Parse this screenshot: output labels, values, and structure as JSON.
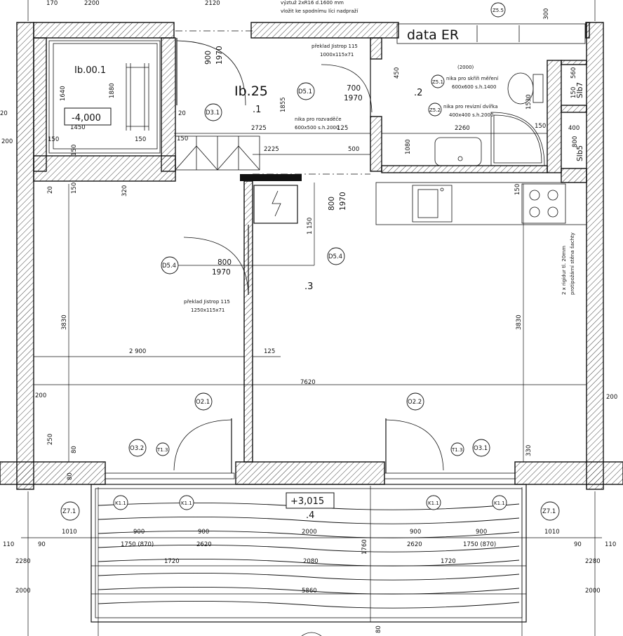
{
  "rooms": {
    "stair_code": "Ib.00.1",
    "stair_level": "-4,000",
    "flat_code": "Ib.25",
    "room_1": ".1",
    "room_2": ".2",
    "room_3": ".3",
    "room_4": ".4",
    "balcony_level": "+3,015",
    "data_label": "data ER"
  },
  "tags": {
    "d31": "D3.1",
    "d51": "D5.1",
    "d54a": "D5.4",
    "d54b": "D5.4",
    "o21": "O2.1",
    "o22": "O2.2",
    "o31": "O3.1",
    "o32": "O3.2",
    "t13a": "T1.3",
    "t13b": "T1.3",
    "k11a": "K1.1",
    "k11b": "K1.1",
    "k11c": "K1.1",
    "k11d": "K1.1",
    "z71a": "Z7.1",
    "z71b": "Z7.1",
    "z51": "Z5.1",
    "z52": "Z5.2",
    "z55": "Z5.5"
  },
  "notes": {
    "vyztuz_1": "výztuž 2xR16 d.1600 mm",
    "vyztuz_2": "vložit ke spodnímu líci nadpraží",
    "preklad_a1": "překlad Jistrop 115",
    "preklad_a2": "1000x115x71",
    "preklad_b1": "překlad Jistrop 115",
    "preklad_b2": "1250x115x71",
    "nika_rozv_1": "nika pro rozvaděče",
    "nika_rozv_2": "600x500 s.h.2000",
    "nika_skrin_1": "nika pro skříň měření",
    "nika_skrin_2": "600x600 s.h.1400",
    "nika_rev_1": "nika pro revizní dvířka",
    "nika_rev_2": "400x400 s.h.2000",
    "n2000": "(2000)",
    "sadr_1": "2 x rigidur tl. 20mm",
    "sadr_2": "protipožární stěna šachty",
    "sib5": "SIb5",
    "sib7": "SIb7"
  },
  "dims": {
    "d170": "170",
    "d2200": "2200",
    "d2120": "2120",
    "d300": "300",
    "d900a": "900",
    "d1970a": "1970",
    "d1640": "1640",
    "d1880": "1880",
    "d1450": "1450",
    "d150a": "150",
    "d150b": "150",
    "d150c": "150",
    "d20a": "20",
    "d20b": "20",
    "d20c": "20",
    "d200a": "200",
    "d150d": "150",
    "d2725": "2725",
    "d2225": "2225",
    "d500": "500",
    "d125a": "125",
    "d1855": "1855",
    "d700": "700",
    "d1970b": "1970",
    "d450": "450",
    "d2260": "2260",
    "d1080": "1080",
    "d1530": "1530",
    "d150e": "150",
    "d560": "560",
    "d150f": "150",
    "d400": "400",
    "d800a": "800",
    "d320": "320",
    "d150g": "150",
    "d800b": "800",
    "d1970c": "1970",
    "d1150": "1 150",
    "d800c": "800",
    "d1970d": "1970",
    "d150h": "150",
    "d3830a": "3830",
    "d3830b": "3830",
    "d2900": "2 900",
    "d125b": "125",
    "d7620": "7620",
    "d200b": "200",
    "d200c": "200",
    "d250": "250",
    "d80a": "80",
    "d80b": "80",
    "d330": "330",
    "d80c": "80",
    "d1010a": "1010",
    "d1010b": "1010",
    "d900b": "900",
    "d900c": "900",
    "d2000a": "2000",
    "d900d": "900",
    "d900e": "900",
    "d110a": "110",
    "d90a": "90",
    "d90b": "90",
    "d110b": "110",
    "d1750a": "1750 (870)",
    "d2620a": "2620",
    "d2620b": "2620",
    "d1750b": "1750 (870)",
    "d1760": "1760",
    "d2280a": "2280",
    "d2280b": "2280",
    "d1720a": "1720",
    "d2080": "2080",
    "d1720b": "1720",
    "d2000b": "2000",
    "d2000c": "2000",
    "d5860": "5860"
  }
}
